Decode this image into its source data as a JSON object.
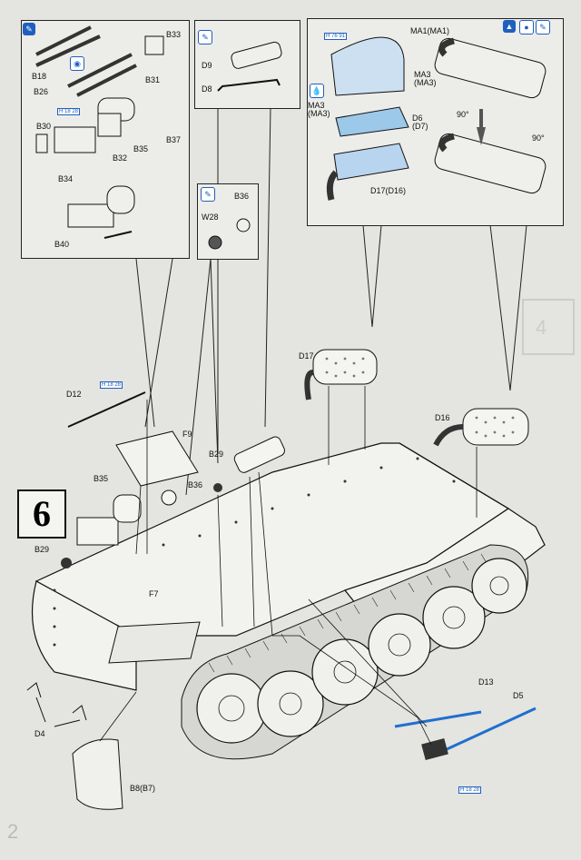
{
  "step_number": "6",
  "refs": {
    "r1": "H 18 28",
    "r2": "H 18 28",
    "r3": "H 76 91",
    "r4": "H 18 28"
  },
  "labels": {
    "B33": "B33",
    "B18": "B18",
    "B26": "B26",
    "B31": "B31",
    "B30": "B30",
    "B32": "B32",
    "B35": "B35",
    "B37": "B37",
    "B34": "B34",
    "B40": "B40",
    "D9": "D9",
    "D8": "D8",
    "B36": "B36",
    "W28": "W28",
    "MA1": "MA1(MA1)",
    "MA3a": "MA3\n(MA3)",
    "MA3b": "MA3\n(MA3)",
    "D6": "D6\n(D7)",
    "D17D16": "D17(D16)",
    "deg1": "90°",
    "deg2": "90°",
    "D12": "D12",
    "F9": "F9",
    "B29a": "B29",
    "B35m": "B35",
    "B36m": "B36",
    "D17": "D17",
    "D16": "D16",
    "B29b": "B29",
    "F7": "F7",
    "D4": "D4",
    "D13": "D13",
    "D5": "D5",
    "B8": "B8(B7)"
  },
  "icons": [
    "glue-icon",
    "check-icon",
    "paint-icon",
    "cement-icon",
    "drop-icon",
    "knife-icon"
  ]
}
